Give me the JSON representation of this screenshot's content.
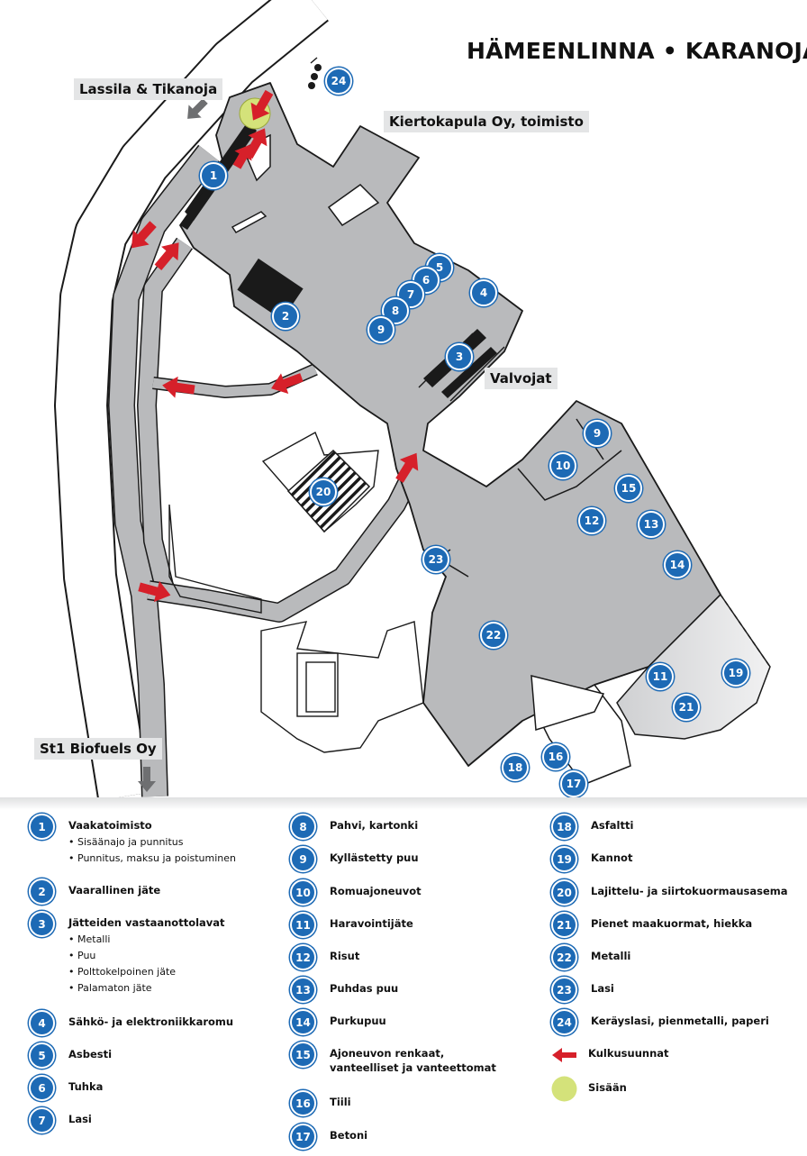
{
  "map": {
    "title": "HÄMEENLINNA • KARANOJA",
    "labels": {
      "lassila": "Lassila & Tikanoja",
      "kiertokapula": "Kiertokapula Oy, toimisto",
      "valvojat": "Valvojat",
      "st1": "St1 Biofuels Oy"
    },
    "markers": [
      "1",
      "2",
      "3",
      "4",
      "5",
      "6",
      "7",
      "8",
      "9",
      "9",
      "10",
      "11",
      "12",
      "13",
      "14",
      "15",
      "16",
      "17",
      "18",
      "19",
      "20",
      "21",
      "22",
      "23",
      "24"
    ],
    "colors": {
      "road": "#b9babc",
      "marker": "#1d6ab5",
      "arrow": "#d6202a",
      "entrance": "#d4e27a",
      "light_area": "#e3e4e5",
      "building": "#1a1a1a"
    }
  },
  "legend": {
    "col1": [
      {
        "num": "1",
        "label": "Vaakatoimisto",
        "subs": [
          "Sisäänajo ja punnitus",
          "Punnitus, maksu ja poistuminen"
        ]
      },
      {
        "num": "2",
        "label": "Vaarallinen jäte",
        "subs": []
      },
      {
        "num": "3",
        "label": "Jätteiden vastaanottolavat",
        "subs": [
          "Metalli",
          "Puu",
          "Polttokelpoinen jäte",
          "Palamaton jäte"
        ]
      },
      {
        "num": "4",
        "label": "Sähkö- ja elektroniikkaromu",
        "subs": []
      },
      {
        "num": "5",
        "label": "Asbesti",
        "subs": []
      },
      {
        "num": "6",
        "label": "Tuhka",
        "subs": []
      },
      {
        "num": "7",
        "label": "Lasi",
        "subs": []
      }
    ],
    "col2": [
      {
        "num": "8",
        "label": "Pahvi, kartonki"
      },
      {
        "num": "9",
        "label": "Kyllästetty puu"
      },
      {
        "num": "10",
        "label": "Romuajoneuvot"
      },
      {
        "num": "11",
        "label": "Haravointijäte"
      },
      {
        "num": "12",
        "label": "Risut"
      },
      {
        "num": "13",
        "label": "Puhdas puu"
      },
      {
        "num": "14",
        "label": "Purkupuu"
      },
      {
        "num": "15",
        "label": "Ajoneuvon renkaat,",
        "label2": "vanteelliset ja vanteettomat"
      },
      {
        "num": "16",
        "label": "Tiili"
      },
      {
        "num": "17",
        "label": "Betoni"
      }
    ],
    "col3": [
      {
        "num": "18",
        "label": "Asfaltti"
      },
      {
        "num": "19",
        "label": "Kannot"
      },
      {
        "num": "20",
        "label": "Lajittelu- ja siirtokuormausasema"
      },
      {
        "num": "21",
        "label": "Pienet maakuormat, hiekka"
      },
      {
        "num": "22",
        "label": "Metalli"
      },
      {
        "num": "23",
        "label": "Lasi"
      },
      {
        "num": "24",
        "label": "Keräyslasi, pienmetalli, paperi"
      }
    ],
    "symbols": {
      "arrow_label": "Kulkusuunnat",
      "arrow_icon": "red-arrow-icon",
      "entrance_label": "Sisään",
      "entrance_icon": "green-circle-icon"
    }
  }
}
